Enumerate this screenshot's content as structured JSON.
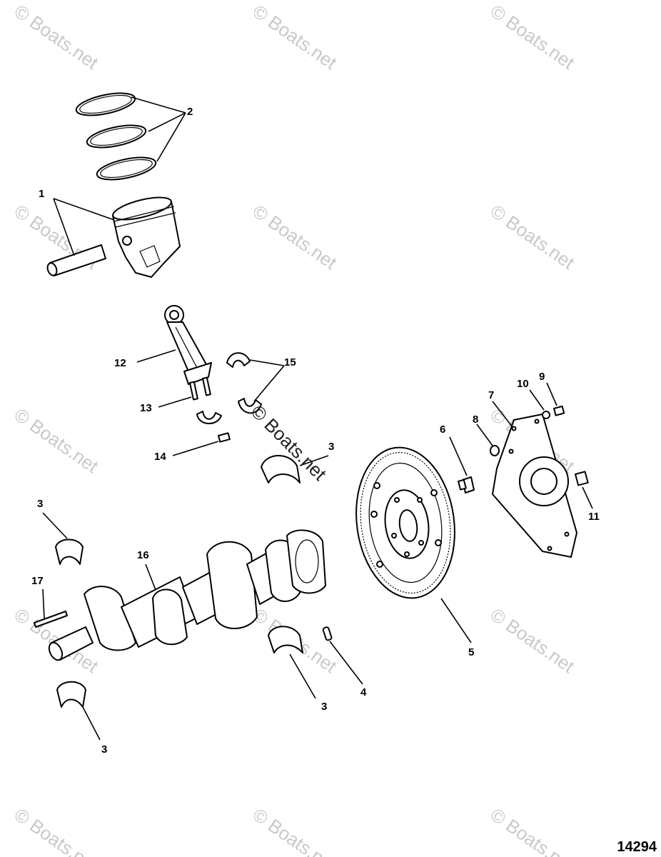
{
  "watermark": "© Boats.net",
  "diagram_number": "14294",
  "callouts": {
    "c1": "1",
    "c2": "2",
    "c3a": "3",
    "c3b": "3",
    "c3c": "3",
    "c3d": "3",
    "c4": "4",
    "c5": "5",
    "c6": "6",
    "c7": "7",
    "c8": "8",
    "c9": "9",
    "c10": "10",
    "c11": "11",
    "c12": "12",
    "c13": "13",
    "c14": "14",
    "c15": "15",
    "c16": "16",
    "c17": "17"
  }
}
